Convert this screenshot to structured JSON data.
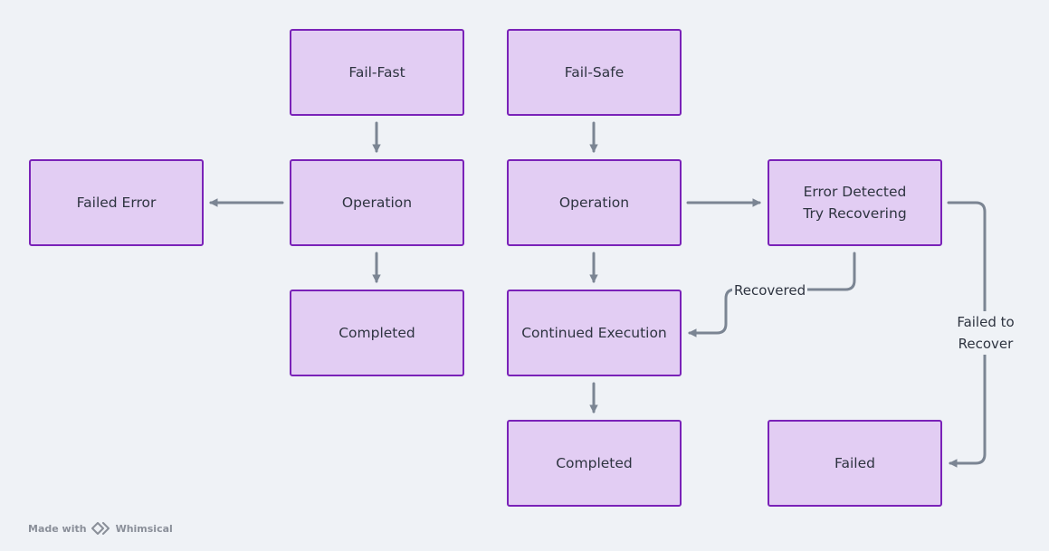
{
  "nodes": {
    "fail_fast": "Fail-Fast",
    "fail_safe": "Fail-Safe",
    "failed_error": "Failed Error",
    "operation_fast": "Operation",
    "operation_safe": "Operation",
    "error_detected": "Error Detected\nTry Recovering",
    "completed_fast": "Completed",
    "continued_execution": "Continued Execution",
    "completed_safe": "Completed",
    "failed": "Failed"
  },
  "edge_labels": {
    "recovered": "Recovered",
    "failed_to_recover": "Failed to\nRecover"
  },
  "footer": {
    "made_with": "Made with",
    "brand": "Whimsical"
  },
  "colors": {
    "node_fill": "#e2cdf3",
    "node_border": "#7a22b8",
    "arrow": "#7b8593",
    "background": "#eff2f6"
  }
}
